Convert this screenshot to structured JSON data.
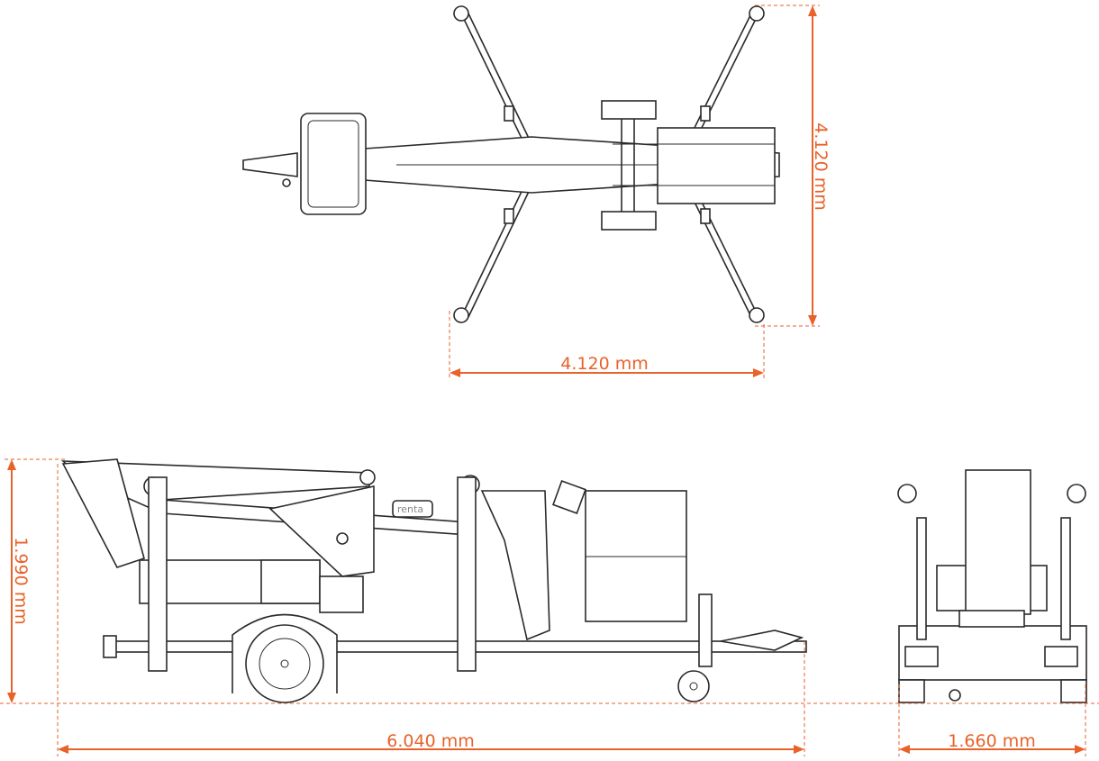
{
  "dimensions": {
    "top_view_length": "4.120 mm",
    "top_view_width": "4.120 mm",
    "side_view_height": "1.990 mm",
    "side_view_length": "6.040 mm",
    "front_view_width": "1.660 mm"
  },
  "branding": {
    "logo_text": "renta"
  },
  "colors": {
    "dimension": "#e8622a",
    "line": "#2a2a2a"
  }
}
